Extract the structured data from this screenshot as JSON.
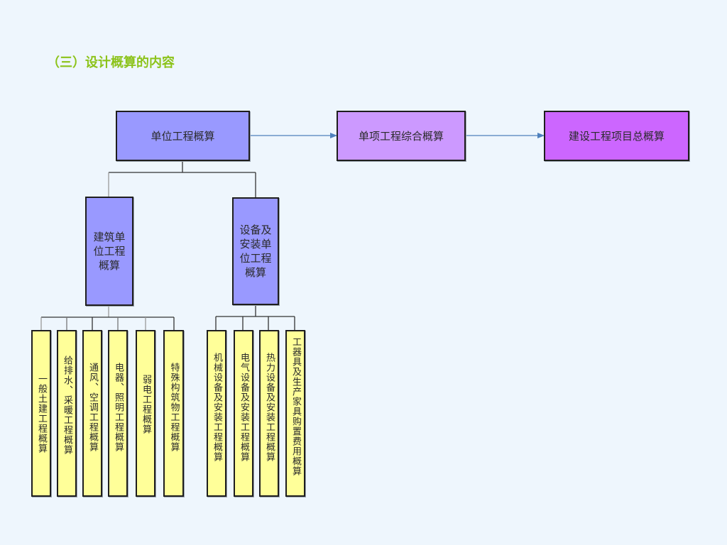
{
  "slide": {
    "title": "（三）设计概算的内容"
  },
  "colors": {
    "background": "#eef6fd",
    "title": "#8cc31a",
    "unit_estimate": "#9999ff",
    "single_item_estimate": "#cc99ff",
    "project_total_estimate": "#cc66ff",
    "leaf_items": "#ffff99",
    "arrow": "#4f81bd"
  },
  "flow": {
    "unit_estimate": "单位工程概算",
    "single_item_estimate": "单项工程综合概算",
    "project_total_estimate": "建设工程项目总概算"
  },
  "branches": {
    "building": {
      "label": "建筑单位工程概算",
      "items": [
        "一般土建工程概算",
        "给排水、采暖工程概算",
        "通风、空调工程概算",
        "电器、照明工程概算",
        "弱电工程概算",
        "特殊构筑物工程概算"
      ]
    },
    "equipment": {
      "label": "设备及安装单位工程概算",
      "items": [
        "机械设备及安装工程概算",
        "电气设备及安装工程概算",
        "热力设备及安装工程概算",
        "工器具及生产家具购置费用概算"
      ]
    }
  }
}
